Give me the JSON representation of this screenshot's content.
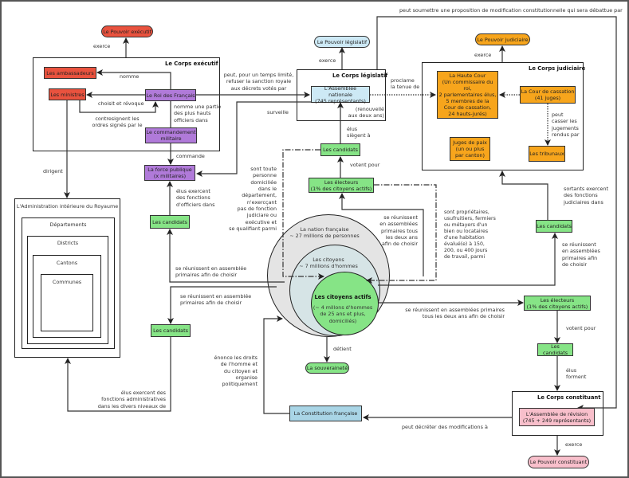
{
  "executive": {
    "power": "Le Pouvoir exécutif",
    "exerce": "exerce",
    "corps_title": "Le Corps exécutif",
    "ambassadors": "Les ambassadeurs",
    "ministers": "Les ministres",
    "king": "Le Roi des Français",
    "command": "Le commandement\nmilitaire",
    "force": "La force publique\n(x militaires)",
    "nomme": "nomme",
    "choisit": "choisit et révoque",
    "contresignent": "contresignent les\nordres signés par le",
    "nomme_officiers": "nomme une partie\ndes plus  hauts\nofficiers dans",
    "commande": "commande",
    "veto": "peut, pour un temps limité,\nrefuser la sanction royale\naux décrets votés par",
    "surveille": "surveille",
    "dirigent": "dirigent"
  },
  "administration": {
    "title": "L'Administration intérieure du Royaume",
    "levels": [
      "Départements",
      "Districts",
      "Cantons",
      "Communes"
    ]
  },
  "legislative": {
    "power": "Le Pouvoir législatif",
    "exerce": "exerce",
    "corps_title": "Le Corps législatif",
    "assembly": "L'Assemblée nationale\n(745 représentants)",
    "renewed": "(renouvellé\naux deux ans)",
    "elus": "élus\nsiègent à",
    "candidates": "Les candidats",
    "votent": "votent pour",
    "electors": "Les électeurs\n(1% des citoyens actifs)",
    "proclame": "proclame\nla tenue de",
    "reunissent": "se réunissent\nen assemblées\nprimaires tous\nles deux ans\nafin de choisir",
    "eligibility": "sont toute\npersonne\ndomiciliée\ndans le\ndépartement,\nn'exercçant\npas de fonction\njudiciare ou\nexécutive et\nse qualifiant parmi",
    "electors_condition": "sont propriétaires,\nusufruitiers, fermiers\nou métayers d'un\nbien ou locataires\nd'une habitation\névalué(e) à  150,\n200, ou 400 jours\nde travail, parmi",
    "proposal": "peut soumettre une proposition de modification constitutionnelle qui sera débattue par"
  },
  "judicial": {
    "power": "Le Pouvoir judiciaire",
    "exerce": "exerce",
    "corps_title": "Le Corps judiciaire",
    "high_court": "La Haute Cour\n(Un commissaire du roi,\n2 parlementaires élus,\n5 membres de la\nCour de cassation,\n24 hauts-jurés)",
    "cassation": "La Cour de cassation\n(41 juges)",
    "casser": "peut\ncasser les\njugements\nrendus par",
    "tribunals": "Les tribunaux",
    "peace": "Juges de paix\n(un ou plus\npar canton)",
    "sortants": "sortants exercent\ndes fonctions\njudiciaires dans",
    "candidates": "Les candidats",
    "reunissent": "se réunissent\nen assemblées\nprimaires  afin\nde choisir"
  },
  "left": {
    "candidates_officers": "Les candidats",
    "officers": "élus exercent\ndes fonctions\nd'officiers dans",
    "reunissent1": "se réunissent en assemblée\nprimaires afin de choisir",
    "reunissent2": "se réunissent en assemblée\nprimaires afin de choisir",
    "candidates_admin": "Les candidats",
    "admin": "élus exercent des\nfonctions administratives\ndans les divers niveaux de"
  },
  "citizens": {
    "nation": "La nation française\n~ 27 millions de personnes",
    "citizens": "Les citoyens\n~ 7 millions d'hommes",
    "active_title": "Les citoyens actifs",
    "active_desc": "(~ 4 millons d'hommes\nde 25 ans et plus,\ndomiciliés)",
    "detient": "détient",
    "sovereignty": "La souveraineté"
  },
  "constituent": {
    "reunissent": "se réunissent en assemblées primaires\ntous les deux ans afin de choisir",
    "electors": "Les électeurs\n(1% des citoyens actifs)",
    "votent": "votent pour",
    "candidates": "Les candidats",
    "forment": "élus\nforment",
    "corps_title": "Le Corps constituant",
    "assembly": "L'Assemblée de révision\n(745 + 249 représentants)",
    "exerce": "exerce",
    "power": "Le Pouvoir constituant",
    "decreter": "peut décréter des modifications à",
    "constitution": "La Constitution française",
    "enonce": "énonce les droits\nde l'homme et\ndu citoyen et\norganise\npolitiquement"
  },
  "colors": {
    "executive": "#e9523e",
    "king": "#b07ad9",
    "legislative": "#cde9f5",
    "judicial": "#f7a51c",
    "citizens": "#86e486",
    "constituent": "#f8bfcb",
    "constitution": "#a9d5e6",
    "nation": "#e4e4e4"
  }
}
